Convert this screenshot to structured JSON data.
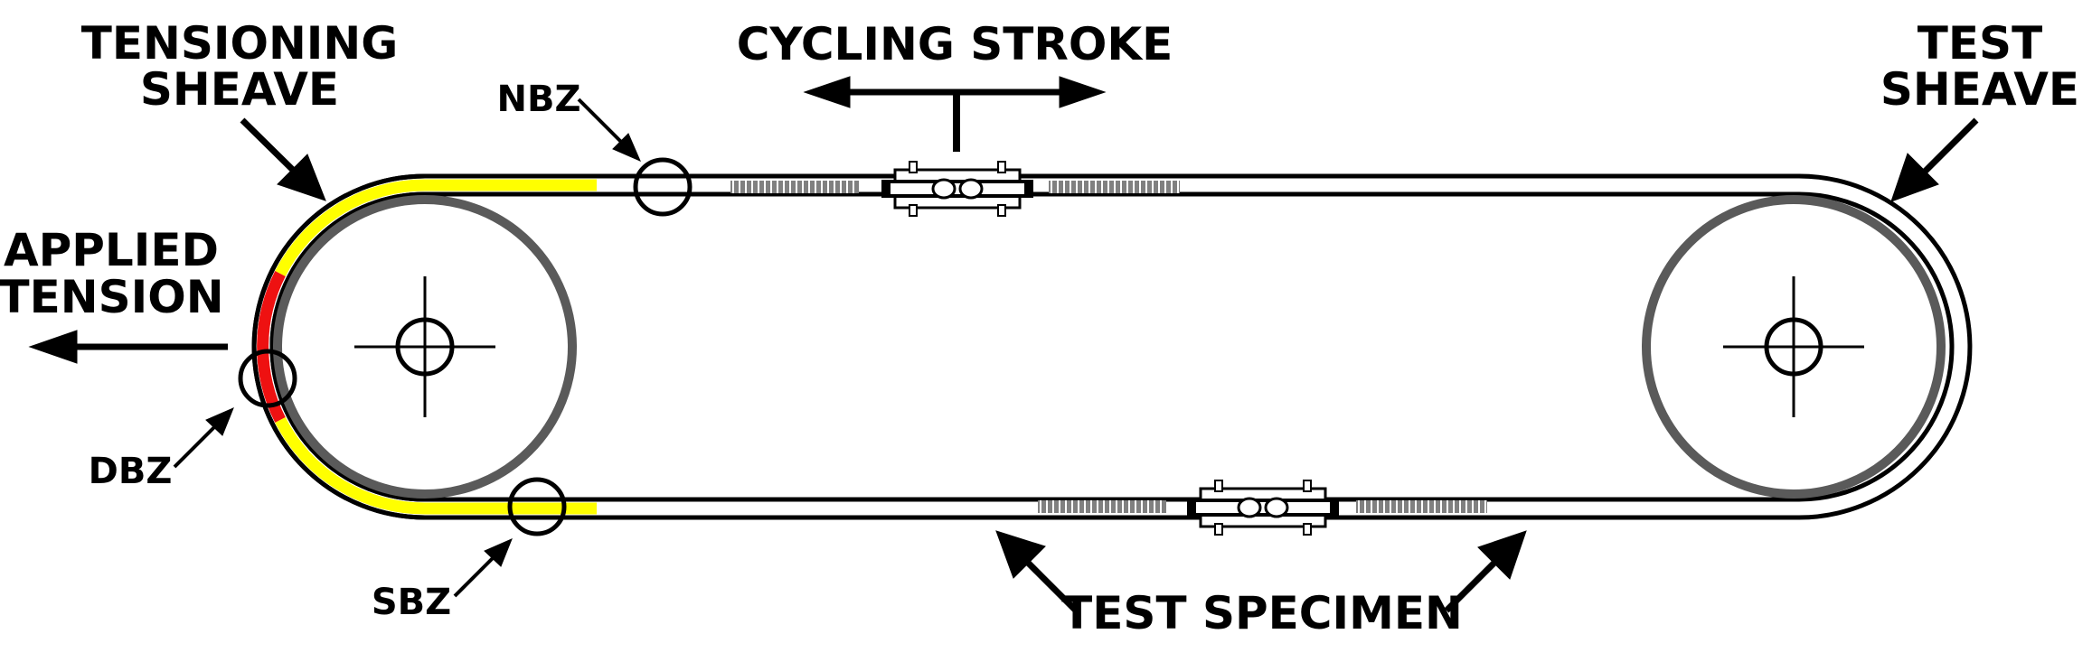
{
  "labels": {
    "tensioning_sheave": [
      "TENSIONING",
      "SHEAVE"
    ],
    "cycling_stroke": "CYCLING STROKE",
    "test_sheave": [
      "TEST",
      "SHEAVE"
    ],
    "applied_tension": [
      "APPLIED",
      "TENSION"
    ],
    "nbz": "NBZ",
    "dbz": "DBZ",
    "sbz": "SBZ",
    "test_specimen": "TEST SPECIMEN"
  },
  "colors": {
    "outline": "#000000",
    "sheave": "#5a5a5a",
    "strand_hatch": "#808080",
    "zone_yellow": "#ffff00",
    "zone_red": "#ee1111"
  }
}
